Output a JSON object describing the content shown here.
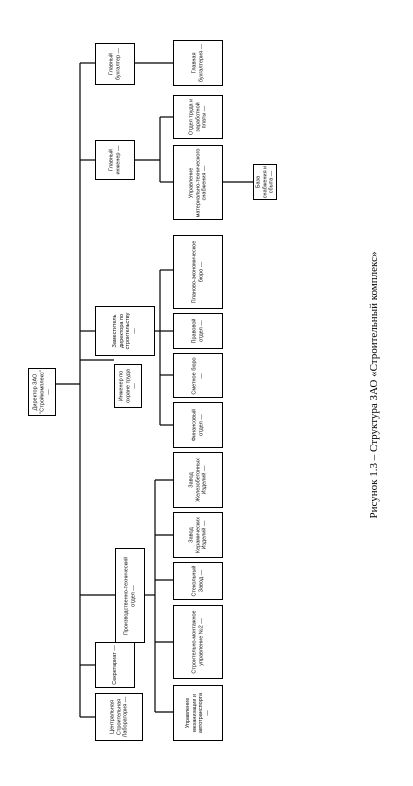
{
  "nodes": {
    "director": "Директор ЗАО\n\"Стройкомплекс\"\n—",
    "chief_accountant": "Главный\nбухгалтер —",
    "chief_engineer": "Главный\nинженер —",
    "deputy_director": "Заместитель\nдиректора по\nстроительству\n—",
    "labor_engineer": "Инженер по\nохране труда\n—",
    "production_dept": "Производственно-технический\nотдел —",
    "secretariat": "Секретариат —",
    "central_lab": "Центральная\nСтроительная\nЛаборатория —",
    "accounting": "Главная\nбухгалтерия —",
    "labor_pay_dept": "Отдел труда и\nзаработной\nплаты —",
    "supply_mgmt": "Управление\nматериально-технического\nснабжения —",
    "supply_base": "База\nснабжения и\nсбыта —",
    "planning_bureau": "Планово-экономическое\nбюро —",
    "legal_dept": "Правовой\nотдел —",
    "estimate_bureau": "Сметное бюро\n—",
    "finance_dept": "Финансовый\nотдел —",
    "concrete_plant": "Завод\nЖелезобетонных\nИзделий —",
    "ceramic_plant": "Завод\nКерамических\nИзделий —",
    "glass_plant": "Стекольный\nЗавод —",
    "construction_dept": "Строительно-монтажное\nуправление №2 —",
    "mechanization_dept": "Управление\nмеханизации и\nавтотранспорта\n—"
  },
  "caption": "Рисунок 1.3 – Структура ЗАО «Строительный комплекс»"
}
